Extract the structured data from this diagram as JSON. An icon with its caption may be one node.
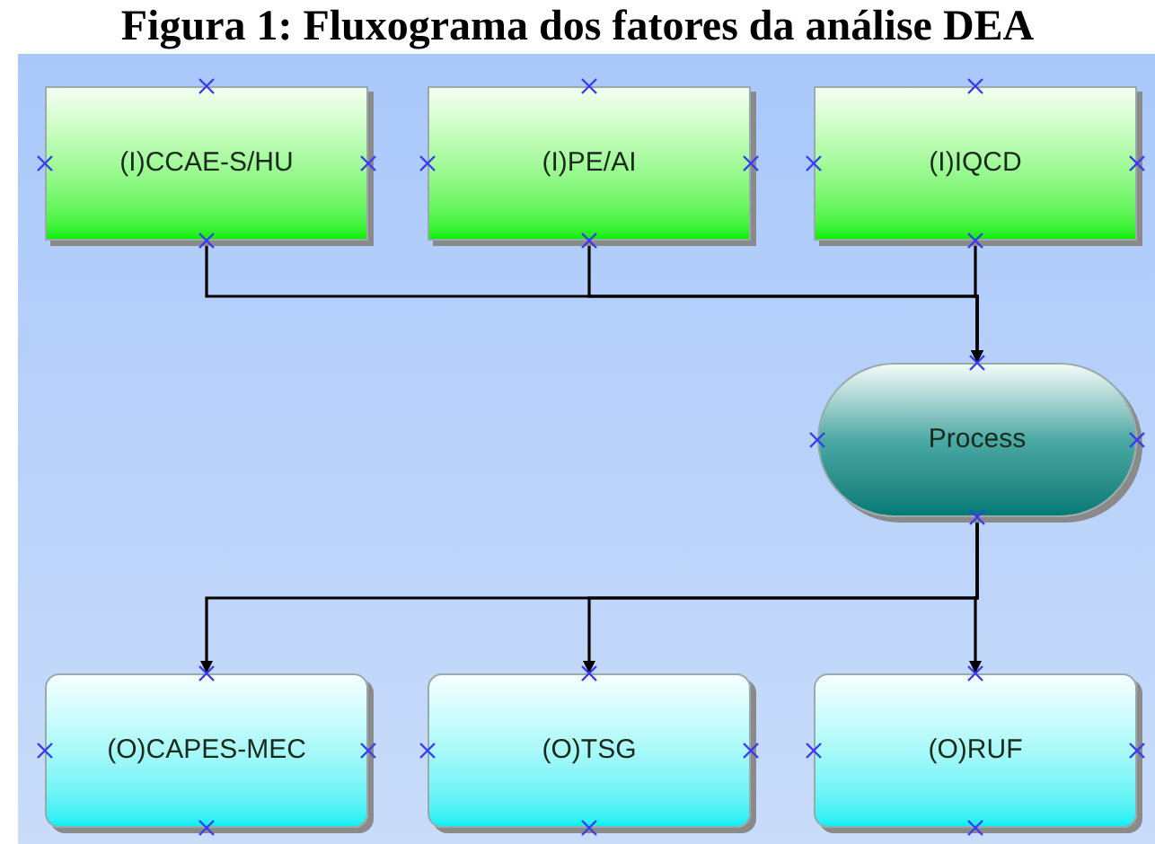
{
  "diagram": {
    "title": "Figura 1: Fluxograma dos fatores da análise DEA",
    "nodes": [
      {
        "text": [
          "(I)CCAE-S/HU"
        ]
      },
      {
        "text": [
          "(I)PE/AI"
        ]
      },
      {
        "text": [
          "(I)IQCD"
        ]
      },
      {
        "text": [
          "Process"
        ]
      },
      {
        "text": [
          "(O)CAPES-MEC"
        ]
      },
      {
        "text": [
          "(O)TSG"
        ]
      },
      {
        "text": [
          "(O)RUF"
        ]
      }
    ],
    "edges": [
      {
        "from": 0,
        "to": 3,
        "arrow": "to"
      },
      {
        "from": 1,
        "to": 3,
        "arrow": "to"
      },
      {
        "from": 2,
        "to": 3,
        "arrow": "to"
      },
      {
        "from": 3,
        "to": 4,
        "arrow": "to"
      },
      {
        "from": 3,
        "to": 5,
        "arrow": "to"
      },
      {
        "from": 3,
        "to": 6,
        "arrow": "to"
      }
    ]
  }
}
